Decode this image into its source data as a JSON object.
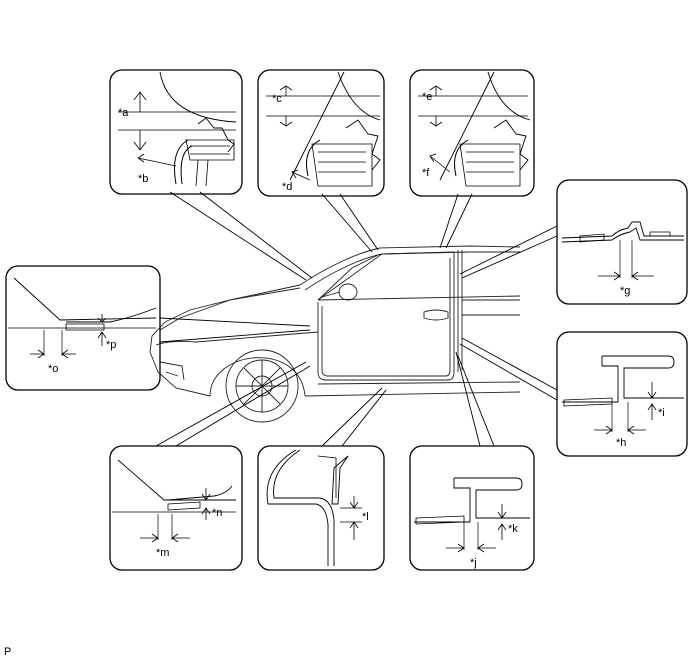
{
  "figure": {
    "corner_label": "P",
    "callouts": {
      "a": "*a",
      "b": "*b",
      "c": "*c",
      "d": "*d",
      "e": "*e",
      "f": "*f",
      "g": "*g",
      "h": "*h",
      "i": "*i",
      "j": "*j",
      "k": "*k",
      "l": "*l",
      "m": "*m",
      "n": "*n",
      "o": "*o",
      "p": "*p"
    }
  }
}
